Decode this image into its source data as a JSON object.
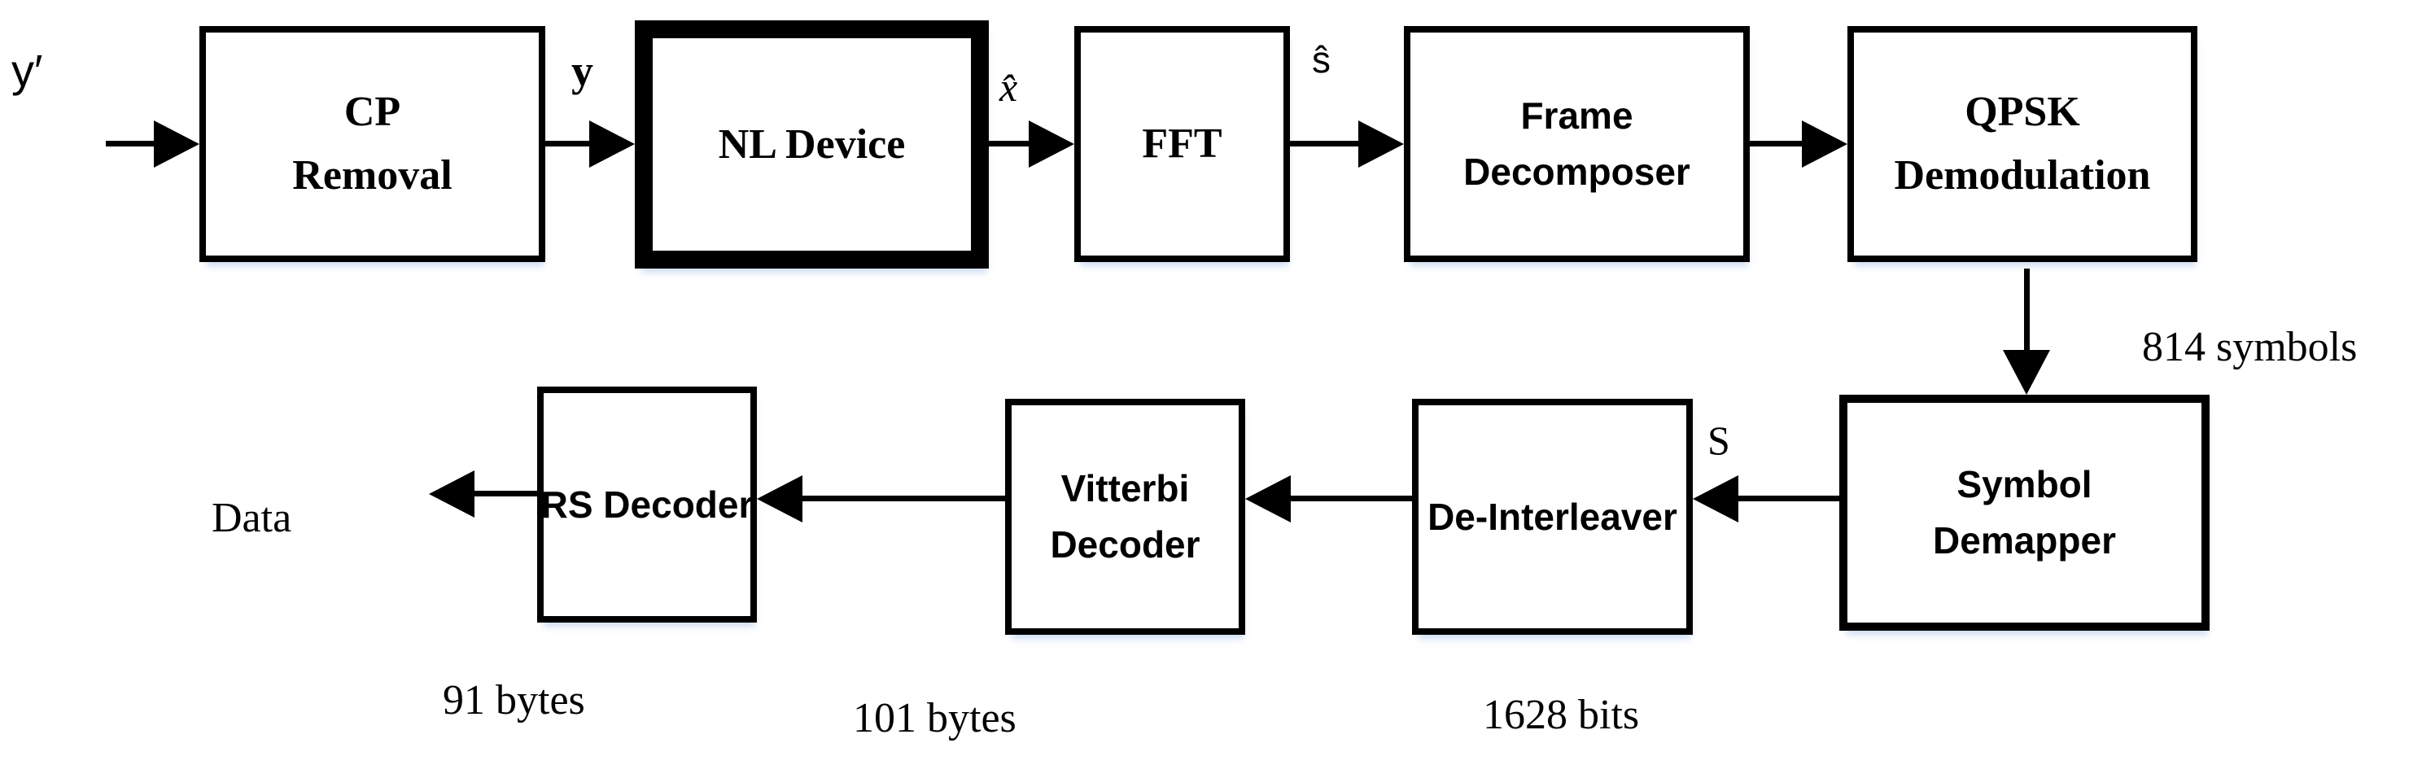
{
  "colors": {
    "line": "#000000",
    "background": "#ffffff",
    "box_shadow_tint": "#b0c8eb"
  },
  "blocks": [
    {
      "id": "cp-removal",
      "label": "CP\nRemoval"
    },
    {
      "id": "nl-device",
      "label": "NL Device",
      "emphasized_border": true
    },
    {
      "id": "fft",
      "label": "FFT"
    },
    {
      "id": "frame-decomposer",
      "label": "Frame\nDecomposer"
    },
    {
      "id": "qpsk-demodulation",
      "label": "QPSK\nDemodulation"
    },
    {
      "id": "symbol-demapper",
      "label": "Symbol\nDemapper"
    },
    {
      "id": "de-interleaver",
      "label": "De-Interleaver"
    },
    {
      "id": "vitterbi-decoder",
      "label": "Vitterbi\nDecoder"
    },
    {
      "id": "rs-decoder",
      "label": "RS Decoder"
    }
  ],
  "signal_labels": {
    "input": "y′",
    "after_cp_removal": "y",
    "after_nl_device": "x̂",
    "after_fft": "ŝ",
    "demod_output_count": "814 symbols",
    "demapper_output": "S",
    "final_output": "Data",
    "rs_output_size": "91 bytes",
    "vitterbi_output_size": "101 bytes",
    "deinterleaver_output_size": "1628 bits"
  }
}
